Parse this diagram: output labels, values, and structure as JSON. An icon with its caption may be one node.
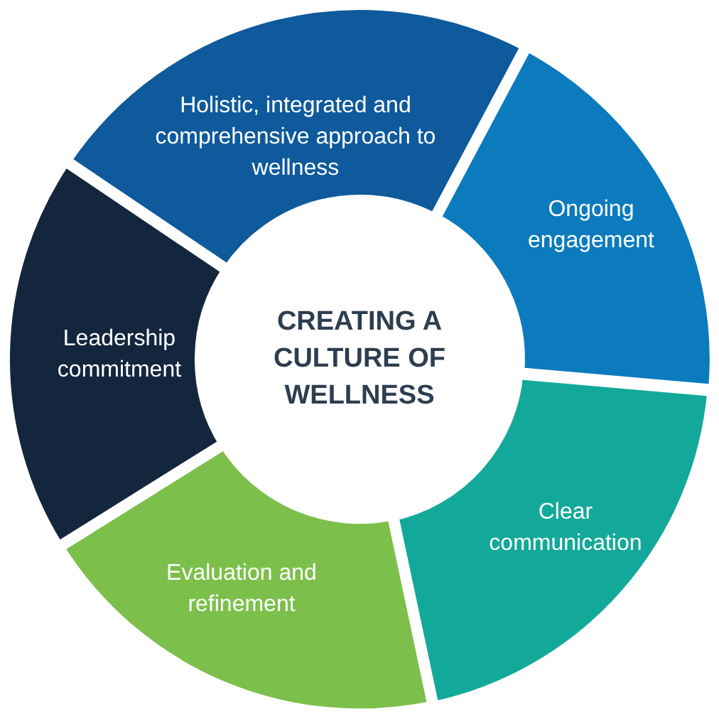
{
  "diagram": {
    "nodes": [
      {
        "text": [
          "CREATING A CULTURE OF WELLNESS"
        ]
      },
      {
        "text": [
          "Holistic, integrated and comprehensive approach to wellness"
        ]
      },
      {
        "text": [
          "Ongoing engagement"
        ]
      },
      {
        "text": [
          "Clear communication"
        ]
      },
      {
        "text": [
          "Evaluation and refinement"
        ]
      },
      {
        "text": [
          "Leadership commitment"
        ]
      }
    ]
  }
}
